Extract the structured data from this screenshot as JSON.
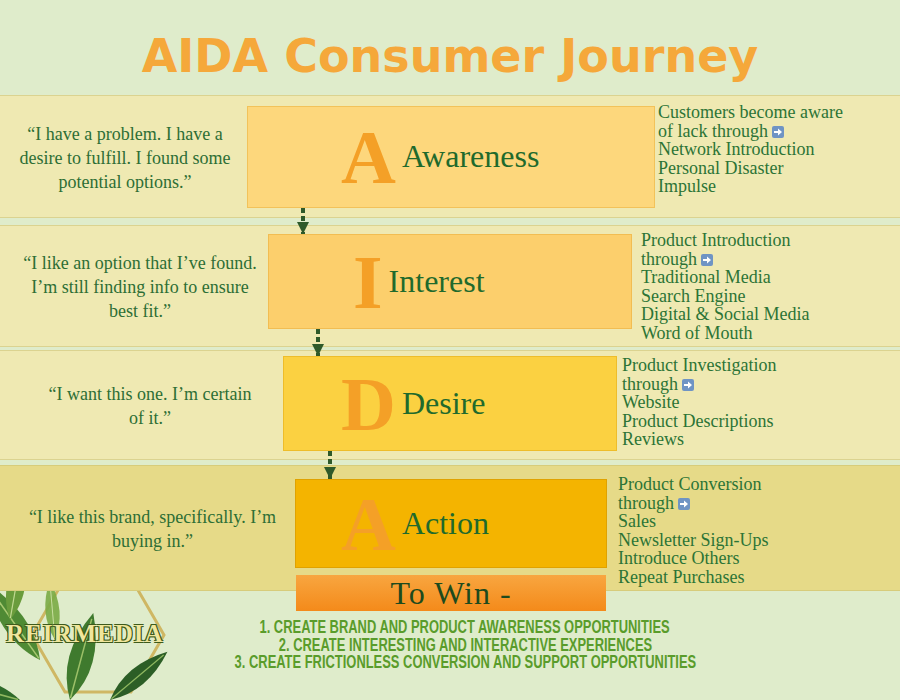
{
  "diagram": {
    "title": "AIDA Consumer Journey",
    "nodes": [
      {
        "text": [
          "“I have a problem. I have a desire to fulfill. I found some potential options.”",
          "Customers become aware of lack through",
          "Network Introduction",
          "Personal Disaster",
          "Impulse"
        ]
      },
      {
        "text": [
          "A",
          "Awareness"
        ],
        "in": 0
      },
      {
        "text": [
          "“I like an option that I’ve found. I’m still finding info to ensure best fit.”",
          "Product Introduction through",
          "Traditional Media",
          "Search Engine",
          "Digital & Social Media",
          "Word of Mouth"
        ]
      },
      {
        "text": [
          "I",
          "Interest"
        ],
        "in": 2
      },
      {
        "text": [
          "“I want this one. I’m certain of it.”",
          "Product Investigation through",
          "Website",
          "Product Descriptions",
          "Reviews"
        ]
      },
      {
        "text": [
          "D",
          "Desire"
        ],
        "in": 4
      },
      {
        "text": [
          "“I like this brand, specifically. I’m buying in.”",
          "Product Conversion through",
          "Sales",
          "Newsletter Sign-Ups",
          "Introduce Others",
          "Repeat Purchases"
        ]
      },
      {
        "text": [
          "A",
          "Action"
        ],
        "in": 6
      },
      {
        "text": [
          "To Win -"
        ]
      }
    ],
    "edges": [
      {
        "from": 1,
        "to": 3,
        "arrow": "to"
      },
      {
        "from": 3,
        "to": 5,
        "arrow": "to"
      },
      {
        "from": 5,
        "to": 7,
        "arrow": "to"
      }
    ],
    "labels": [
      "1. CREATE BRAND AND PRODUCT AWARENESS OPPORTUNITIES",
      "2. CREATE INTERESTING AND INTERACTIVE EXPERIENCES",
      "3. CREATE FRICTIONLESS CONVERSION AND SUPPORT OPPORTUNITIES",
      "REIRMEDIA"
    ]
  }
}
